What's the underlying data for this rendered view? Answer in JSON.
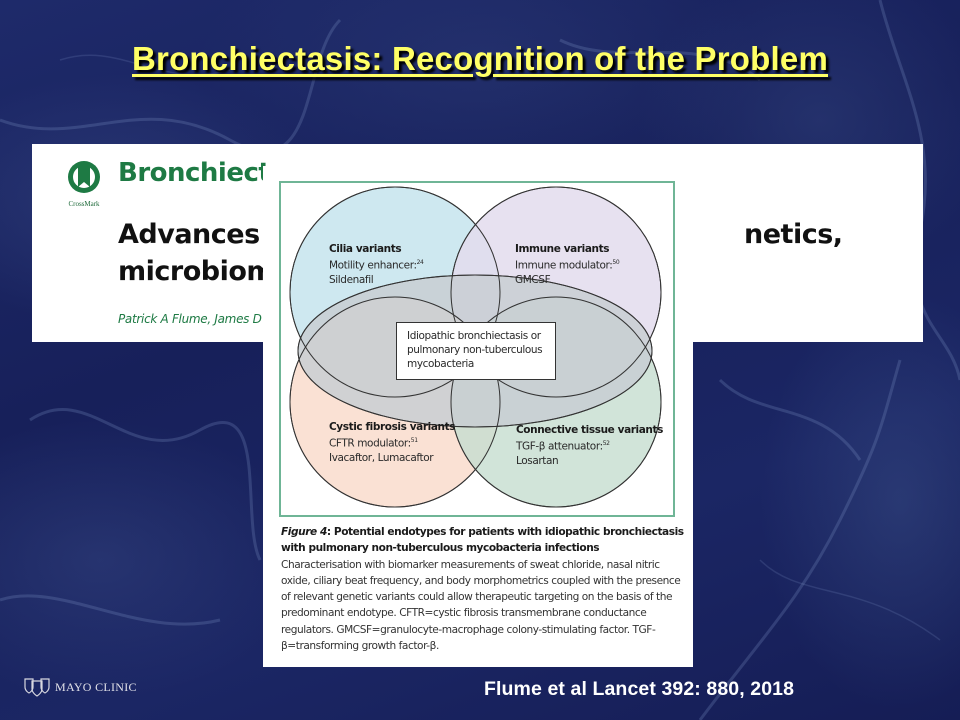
{
  "slide": {
    "title": "Bronchiectasis: Recognition of the Problem",
    "citation": "Flume et al Lancet 392: 880, 2018",
    "logo_text": "MAYO CLINIC",
    "colors": {
      "title": "#ffff66",
      "background": "#1a2360",
      "citation": "#ffffff"
    }
  },
  "article": {
    "crossmark_label": "CrossMark",
    "series_title": "Bronchiecta",
    "headline_line1": "Advances ir",
    "headline_line2": "microbiom",
    "headline_right": "netics,",
    "authors": "Patrick A Flume, James D C",
    "colors": {
      "series": "#1e7a44",
      "headline": "#111111"
    }
  },
  "figure": {
    "circles": [
      {
        "name": "Cilia variants",
        "line1": "Motility enhancer:",
        "ref": "24",
        "line2": "Sildenafil",
        "color": "#c9e6ee"
      },
      {
        "name": "Immune variants",
        "line1": "Immune modulator:",
        "ref": "50",
        "line2": "GMCSF",
        "color": "#e3dced"
      },
      {
        "name": "Cystic fibrosis variants",
        "line1": "CFTR modulator:",
        "ref": "51",
        "line2": "Ivacaftor, Lumacaftor",
        "color": "#f9d9c9"
      },
      {
        "name": "Connective tissue variants",
        "line1": "TGF-β attenuator:",
        "ref": "52",
        "line2": "Losartan",
        "color": "#c6ddd0"
      }
    ],
    "center_label": "Idiopathic bronchiectasis or pulmonary non-tuberculous mycobacteria",
    "center_color": "#c8ced2",
    "caption_fig": "Figure 4",
    "caption_title": ": Potential endotypes for patients with idiopathic bronchiectasis with pulmonary non-tuberculous mycobacteria infections",
    "caption_body": "Characterisation with biomarker measurements of sweat chloride, nasal nitric oxide, ciliary beat frequency, and body morphometrics coupled with the presence of relevant genetic variants could allow therapeutic targeting on the basis of the predominant endotype. CFTR=cystic fibrosis transmembrane conductance regulators. GMCSF=granulocyte-macrophage colony-stimulating factor. TGF-β=transforming growth factor-β."
  }
}
